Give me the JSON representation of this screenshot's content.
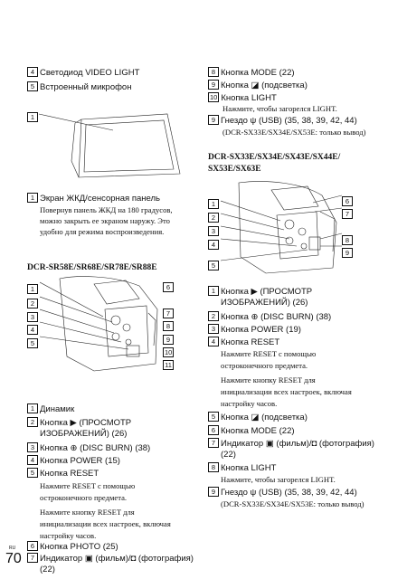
{
  "left": {
    "top_items": [
      {
        "n": "4",
        "text": "Светодиод VIDEO LIGHT"
      },
      {
        "n": "5",
        "text": "Встроенный микрофон"
      }
    ],
    "lcd_callout": "1",
    "lcd_item": {
      "n": "1",
      "text": "Экран ЖКД/сенсорная панель"
    },
    "lcd_desc": [
      "Повернув панель ЖКД на 180 градусов,",
      "можно закрыть ее экраном наружу. Это",
      "удобно для режима воспроизведения."
    ],
    "model_heading": "DCR-SR58E/SR68E/SR78E/SR88E",
    "callouts_left": [
      "1",
      "2",
      "3",
      "4",
      "5"
    ],
    "callouts_right": [
      "6",
      "7",
      "8",
      "9",
      "10",
      "11"
    ],
    "items": [
      {
        "n": "1",
        "text": "Динамик"
      },
      {
        "n": "2",
        "text": "Кнопка ▶ (ПРОСМОТР"
      },
      {
        "n": "",
        "text": "ИЗОБРАЖЕНИЙ) (26)"
      },
      {
        "n": "3",
        "text": "Кнопка ⊕ (DISC BURN) (38)"
      },
      {
        "n": "4",
        "text": "Кнопка POWER (15)"
      },
      {
        "n": "5",
        "text": "Кнопка RESET"
      }
    ],
    "reset_desc": [
      "Нажмите RESET с помощью",
      "остроконечного предмета.",
      "Нажмите кнопку RESET для",
      "инициализации всех настроек, включая",
      "настройку часов."
    ],
    "items2": [
      {
        "n": "6",
        "text": "Кнопка PHOTO (25)"
      },
      {
        "n": "7",
        "text": "Индикатор ▣ (фильм)/◘ (фотография)"
      },
      {
        "n": "",
        "text": "(22)"
      }
    ]
  },
  "right": {
    "top_items": [
      {
        "n": "8",
        "text": "Кнопка MODE (22)"
      },
      {
        "n": "9",
        "text": "Кнопка ◪ (подсветка)"
      },
      {
        "n": "10",
        "text": "Кнопка LIGHT"
      }
    ],
    "light_desc": "Нажмите, чтобы загорелся LIGHT.",
    "jack_item": {
      "n": "9",
      "text": "Гнездо ψ (USB) (35, 38, 39, 42, 44)"
    },
    "jack_desc": "(DCR-SX33E/SX34E/SX53E: только вывод)",
    "model_heading": [
      "DCR-SX33E/SX34E/SX43E/SX44E/",
      "SX53E/SX63E"
    ],
    "callouts_left": [
      "1",
      "2",
      "3",
      "4",
      "5"
    ],
    "callouts_right": [
      "6",
      "7",
      "8",
      "9"
    ],
    "items": [
      {
        "n": "1",
        "text": "Кнопка ▶ (ПРОСМОТР"
      },
      {
        "n": "",
        "text": "ИЗОБРАЖЕНИЙ) (26)"
      },
      {
        "n": "2",
        "text": "Кнопка ⊕ (DISC BURN) (38)"
      },
      {
        "n": "3",
        "text": "Кнопка POWER (19)"
      },
      {
        "n": "4",
        "text": "Кнопка RESET"
      }
    ],
    "reset_desc": [
      "Нажмите RESET с помощью",
      "остроконечного предмета.",
      "Нажмите кнопку RESET для",
      "инициализации всех настроек, включая",
      "настройку часов."
    ],
    "items2": [
      {
        "n": "5",
        "text": "Кнопка ◪ (подсветка)"
      },
      {
        "n": "6",
        "text": "Кнопка MODE (22)"
      },
      {
        "n": "7",
        "text": "Индикатор ▣ (фильм)/◘ (фотография)"
      },
      {
        "n": "",
        "text": "(22)"
      },
      {
        "n": "8",
        "text": "Кнопка LIGHT"
      }
    ]
  },
  "footer": {
    "lang": "RU",
    "page": "70"
  }
}
